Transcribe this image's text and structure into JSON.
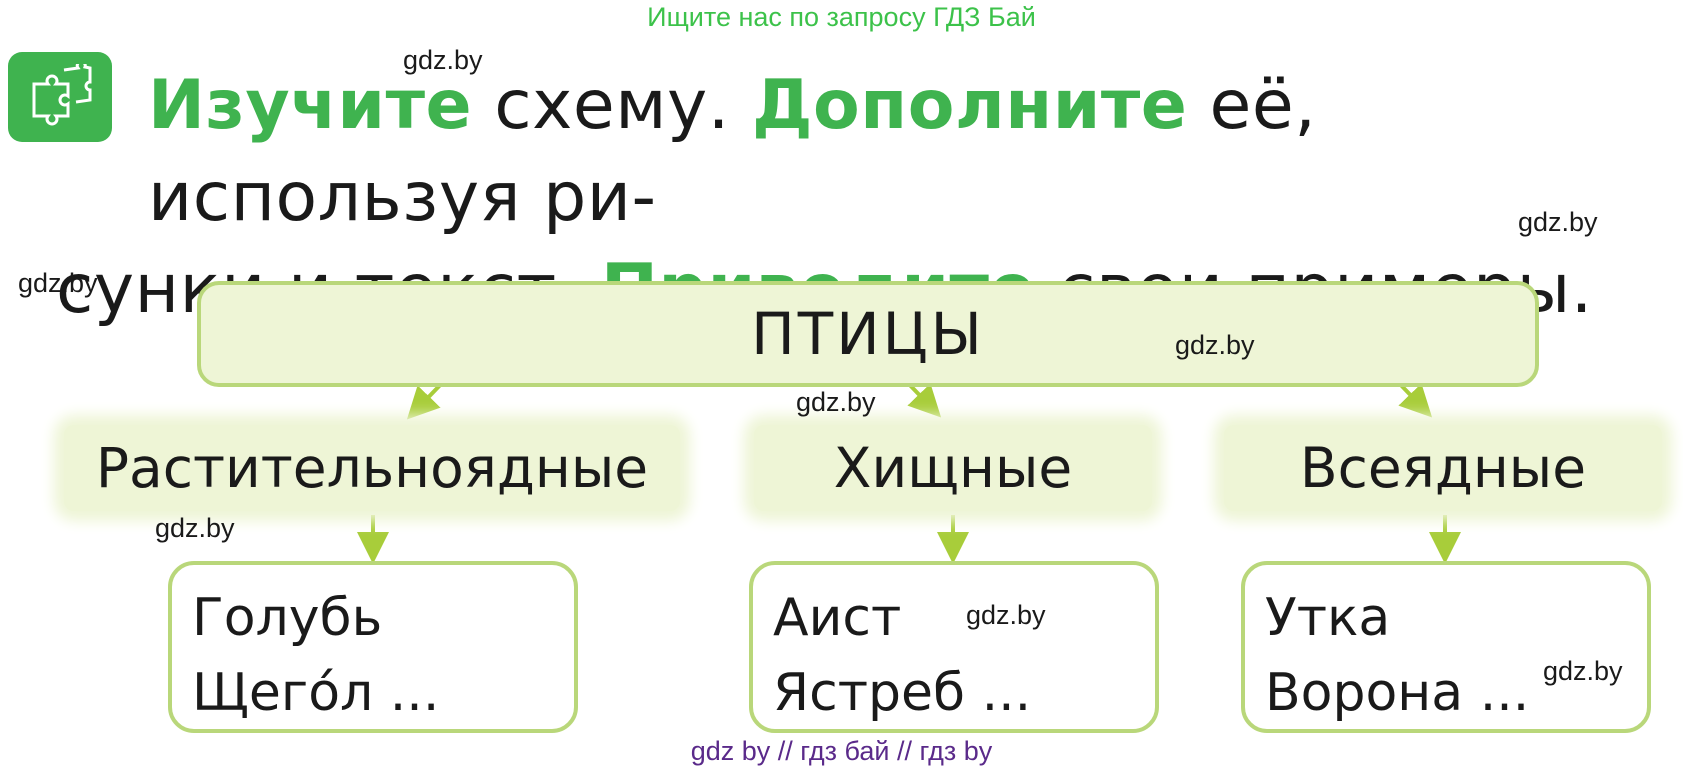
{
  "header": {
    "search_hint": "Ищите нас по запросу ГДЗ Бай",
    "task_icon": "puzzle-icon",
    "task": {
      "w1": "Изучите",
      "t1": " схему. ",
      "w2": "Дополните",
      "t2": " её, используя ри-",
      "t3": "сунки и текст. ",
      "w3": "Приведите",
      "t4": " свои примеры."
    }
  },
  "diagram": {
    "root": "ПТИЦЫ",
    "categories": [
      {
        "label": "Растительноядные",
        "examples": [
          "Голубь",
          "Щего́л ..."
        ]
      },
      {
        "label": "Хищные",
        "examples": [
          "Аист",
          "Ястреб ..."
        ]
      },
      {
        "label": "Всеядные",
        "examples": [
          "Утка",
          "Ворона ..."
        ]
      }
    ]
  },
  "watermarks": [
    "gdz.by",
    "gdz.by",
    "gdz.by",
    "gdz.by",
    "gdz.by",
    "gdz.by",
    "gdz.by",
    "gdz.by"
  ],
  "footer": "gdz by  //  гдз бай  //  гдз by",
  "colors": {
    "accent_green": "#3fb34f",
    "box_fill": "#eef5d6",
    "box_border": "#b9d77a",
    "arrow": "#a8cd3a"
  }
}
